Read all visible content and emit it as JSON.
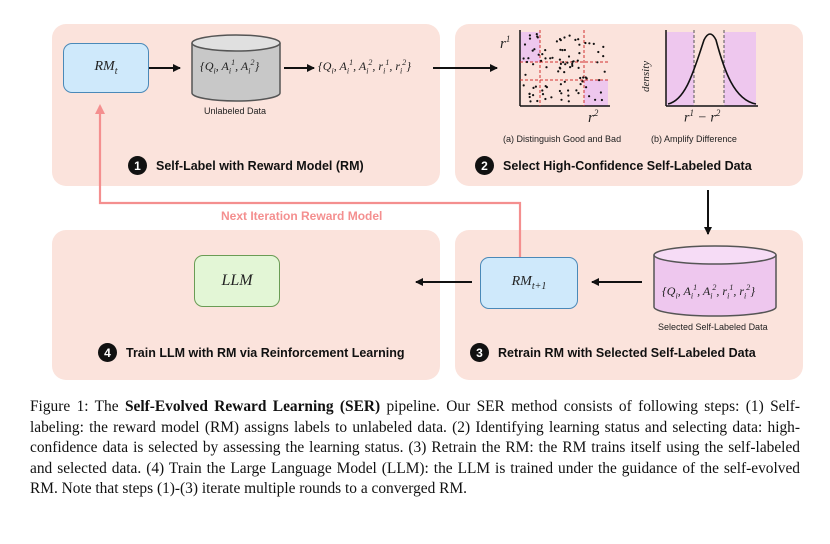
{
  "steps": {
    "s1": {
      "num": "1",
      "label": "Self-Label with Reward Model (RM)"
    },
    "s2": {
      "num": "2",
      "label": "Select High-Confidence Self-Labeled Data"
    },
    "s3": {
      "num": "3",
      "label": "Retrain RM with Selected Self-Labeled Data"
    },
    "s4": {
      "num": "4",
      "label": "Train LLM with RM via Reinforcement Learning"
    }
  },
  "nodes": {
    "rm_t": "RMt",
    "unlabeled_set": "{Qi, Ai1, Ai2}",
    "unlabeled_caption": "Unlabeled Data",
    "labeled_set": "{Qi, Ai1, Ai2, ri1, ri2}",
    "rm_t1": "RMt+1",
    "selected_set": "{Qi, Ai1, Ai2, ri1, ri2}",
    "selected_caption": "Selected Self-Labeled Data",
    "llm": "LLM"
  },
  "plots": {
    "scatter_caption": "(a) Distinguish Good and Bad",
    "scatter_ylabel": "r1",
    "scatter_xlabel": "r2",
    "density_caption": "(b) Amplify Difference",
    "density_ylabel": "density",
    "density_xlabel": "r1 − r2"
  },
  "feedback_label": "Next Iteration Reward Model",
  "caption": {
    "prefix": "Figure 1: The ",
    "bold": "Self-Evolved Reward Learning (SER)",
    "body": " pipeline. Our SER method consists of following steps: (1) Self-labeling: the reward model (RM) assigns labels to unlabeled data. (2) Identifying learning status and selecting data: high-confidence data is selected by assessing the learning status. (3) Retrain the RM: the RM trains itself using the self-labeled and selected data. (4) Train the Large Language Model (LLM): the LLM is trained under the guidance of the self-evolved RM. Note that steps (1)-(3) iterate multiple rounds to a converged RM."
  },
  "colors": {
    "panel": "#fbe3dc",
    "rm_fill": "#cfe9fb",
    "llm_fill": "#e3f6d6",
    "pink_region": "#eec7ee",
    "feedback_line": "#f48f8f"
  }
}
